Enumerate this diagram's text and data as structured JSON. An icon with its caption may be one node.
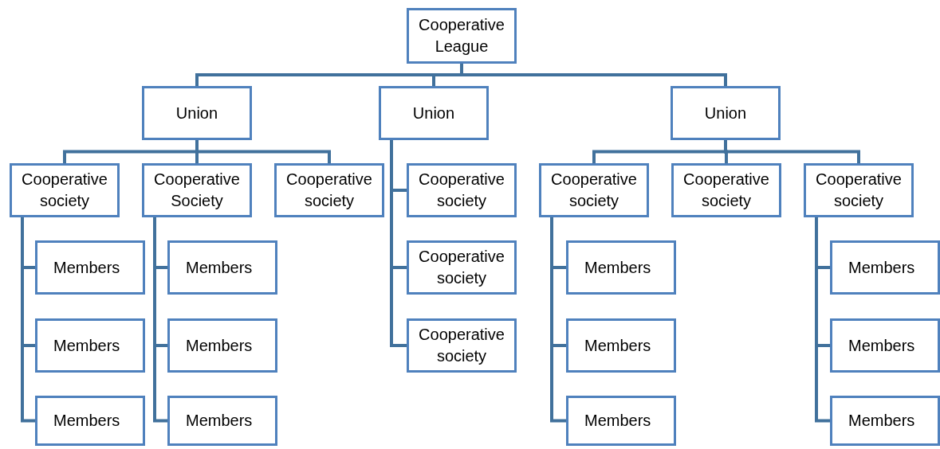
{
  "diagram": {
    "nodes": [
      {
        "text": [
          "Cooperative League"
        ]
      },
      {
        "text": [
          "Union"
        ]
      },
      {
        "text": [
          "Union"
        ]
      },
      {
        "text": [
          "Union"
        ]
      },
      {
        "text": [
          "Cooperative society"
        ]
      },
      {
        "text": [
          "Cooperative Society"
        ]
      },
      {
        "text": [
          "Cooperative society"
        ]
      },
      {
        "text": [
          "Cooperative society"
        ]
      },
      {
        "text": [
          "Cooperative society"
        ]
      },
      {
        "text": [
          "Cooperative society"
        ]
      },
      {
        "text": [
          "Cooperative society"
        ]
      },
      {
        "text": [
          "Cooperative society"
        ]
      },
      {
        "text": [
          "Cooperative society"
        ]
      },
      {
        "text": [
          "Members"
        ]
      },
      {
        "text": [
          "Members"
        ]
      },
      {
        "text": [
          "Members"
        ]
      },
      {
        "text": [
          "Members"
        ]
      },
      {
        "text": [
          "Members"
        ]
      },
      {
        "text": [
          "Members"
        ]
      },
      {
        "text": [
          "Members"
        ]
      },
      {
        "text": [
          "Members"
        ]
      },
      {
        "text": [
          "Members"
        ]
      },
      {
        "text": [
          "Members"
        ]
      },
      {
        "text": [
          "Members"
        ]
      },
      {
        "text": [
          "Members"
        ]
      }
    ],
    "edges": [
      {
        "from": 0,
        "to": 1,
        "arrow": "none"
      },
      {
        "from": 0,
        "to": 2,
        "arrow": "none"
      },
      {
        "from": 0,
        "to": 3,
        "arrow": "none"
      },
      {
        "from": 1,
        "to": 4,
        "arrow": "none"
      },
      {
        "from": 1,
        "to": 5,
        "arrow": "none"
      },
      {
        "from": 1,
        "to": 6,
        "arrow": "none"
      },
      {
        "from": 2,
        "to": 7,
        "arrow": "none"
      },
      {
        "from": 2,
        "to": 8,
        "arrow": "none"
      },
      {
        "from": 2,
        "to": 9,
        "arrow": "none"
      },
      {
        "from": 3,
        "to": 10,
        "arrow": "none"
      },
      {
        "from": 3,
        "to": 11,
        "arrow": "none"
      },
      {
        "from": 3,
        "to": 12,
        "arrow": "none"
      },
      {
        "from": 4,
        "to": 13,
        "arrow": "none"
      },
      {
        "from": 4,
        "to": 14,
        "arrow": "none"
      },
      {
        "from": 4,
        "to": 15,
        "arrow": "none"
      },
      {
        "from": 5,
        "to": 16,
        "arrow": "none"
      },
      {
        "from": 5,
        "to": 17,
        "arrow": "none"
      },
      {
        "from": 5,
        "to": 18,
        "arrow": "none"
      },
      {
        "from": 10,
        "to": 19,
        "arrow": "none"
      },
      {
        "from": 10,
        "to": 20,
        "arrow": "none"
      },
      {
        "from": 10,
        "to": 21,
        "arrow": "none"
      },
      {
        "from": 12,
        "to": 22,
        "arrow": "none"
      },
      {
        "from": 12,
        "to": 23,
        "arrow": "none"
      },
      {
        "from": 12,
        "to": 24,
        "arrow": "none"
      }
    ]
  }
}
